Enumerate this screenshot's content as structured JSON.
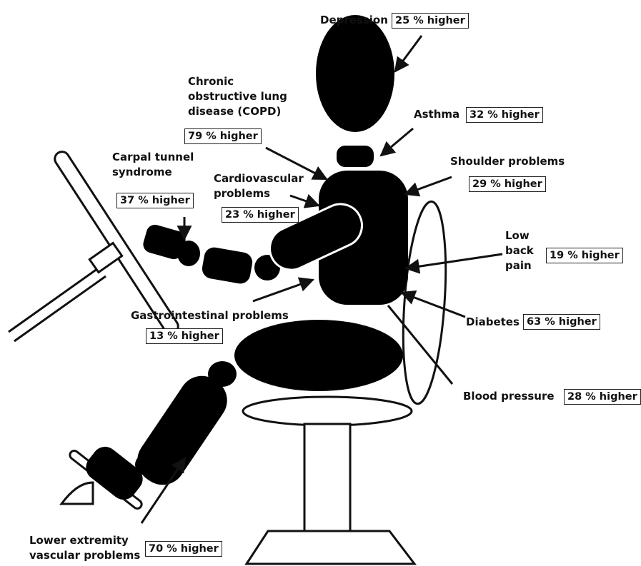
{
  "labels": {
    "depression": {
      "name": "Depression",
      "value": "25 % higher"
    },
    "asthma": {
      "name": "Asthma",
      "value": "32 % higher"
    },
    "copd": {
      "name_lines": [
        "Chronic",
        "obstructive lung",
        "disease (COPD)"
      ],
      "value": "79 % higher"
    },
    "carpal": {
      "name_lines": [
        "Carpal tunnel",
        "syndrome"
      ],
      "value": "37 % higher"
    },
    "cardio": {
      "name_lines": [
        "Cardiovascular",
        "problems"
      ],
      "value": "23 % higher"
    },
    "shoulder": {
      "name": "Shoulder problems",
      "value": "29 % higher"
    },
    "lowback": {
      "name_lines": [
        "Low",
        "back",
        "pain"
      ],
      "value": "19 % higher"
    },
    "gastro": {
      "name": "Gastrointestinal problems",
      "value": "13 % higher"
    },
    "diabetes": {
      "name": "Diabetes",
      "value": "63 % higher"
    },
    "bp": {
      "name": "Blood pressure",
      "value": "28 % higher"
    },
    "lower": {
      "name_lines": [
        "Lower extremity",
        "vascular problems"
      ],
      "value": "70 % higher"
    }
  }
}
